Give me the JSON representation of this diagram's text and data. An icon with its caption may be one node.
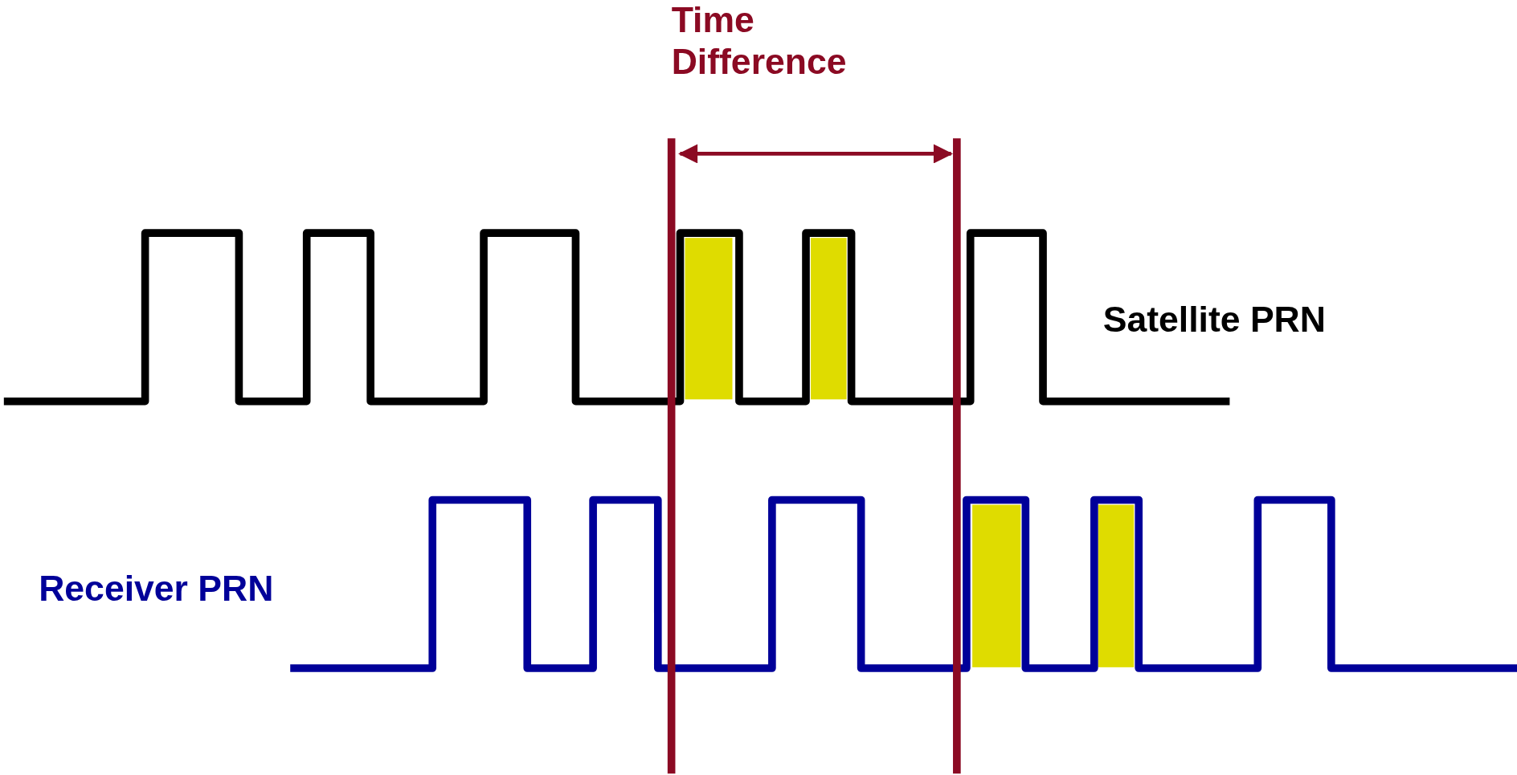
{
  "diagram": {
    "labels": [
      "Time Difference",
      "Satellite PRN",
      "Receiver PRN"
    ]
  }
}
